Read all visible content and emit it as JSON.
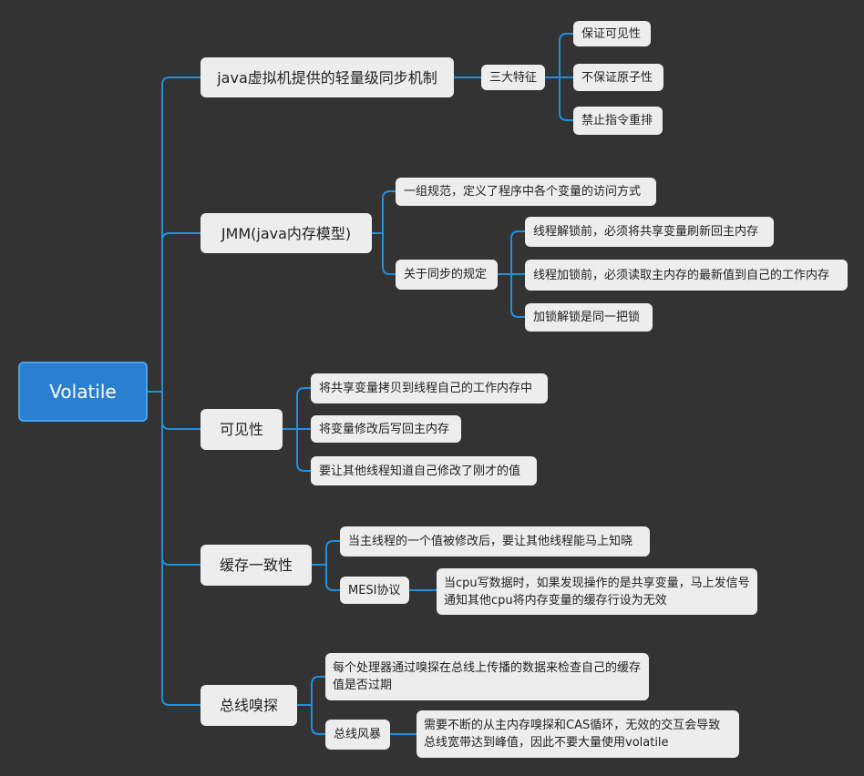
{
  "root": {
    "label": "Volatile"
  },
  "branch1": {
    "label": "java虚拟机提供的轻量级同步机制",
    "features": {
      "label": "三大特征",
      "items": [
        "保证可见性",
        "不保证原子性",
        "禁止指令重排"
      ]
    }
  },
  "branch2": {
    "label": "JMM(java内存模型)",
    "spec": "一组规范，定义了程序中各个变量的访问方式",
    "sync": {
      "label": "关于同步的规定",
      "items": [
        "线程解锁前，必须将共享变量刷新回主内存",
        "线程加锁前，必须读取主内存的最新值到自己的工作内存",
        "加锁解锁是同一把锁"
      ]
    }
  },
  "branch3": {
    "label": "可见性",
    "items": [
      "将共享变量拷贝到线程自己的工作内存中",
      "将变量修改后写回主内存",
      "要让其他线程知道自己修改了刚才的值"
    ]
  },
  "branch4": {
    "label": "缓存一致性",
    "item": "当主线程的一个值被修改后，要让其他线程能马上知晓",
    "mesi": {
      "label": "MESI协议",
      "desc": "当cpu写数据时，如果发现操作的是共享变量，马上发信号通知其他cpu将内存变量的缓存行设为无效"
    }
  },
  "branch5": {
    "label": "总线嗅探",
    "item": "每个处理器通过嗅探在总线上传播的数据来检查自己的缓存值是否过期",
    "storm": {
      "label": "总线风暴",
      "desc": "需要不断的从主内存嗅探和CAS循环，无效的交互会导致总线宽带达到峰值，因此不要大量使用volatile"
    }
  },
  "colors": {
    "line": "#1e90e0",
    "node": "#ededed",
    "root": "#2b7fd0",
    "background": "#333333"
  }
}
